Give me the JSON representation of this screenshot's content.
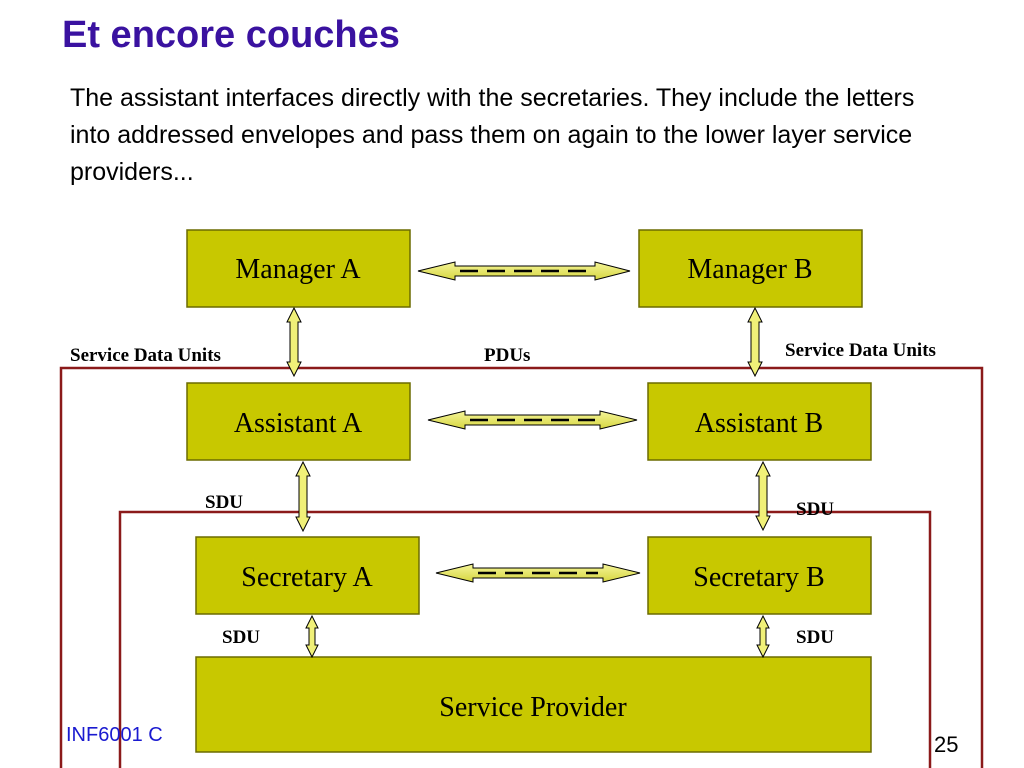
{
  "slide": {
    "title": "Et encore couches",
    "paragraph": "The assistant interfaces directly with the secretaries. They include the letters into addressed envelopes and pass them on again to the lower layer service providers...",
    "footer_text": "INF6001  C",
    "page_number": "25"
  },
  "diagram": {
    "nodes": {
      "manager_a": "Manager A",
      "manager_b": "Manager B",
      "assistant_a": "Assistant A",
      "assistant_b": "Assistant B",
      "secretary_a": "Secretary A",
      "secretary_b": "Secretary B",
      "service_provider": "Service Provider"
    },
    "labels": {
      "sdu_units_left": "Service Data Units",
      "sdu_units_right": "Service Data Units",
      "pdus": "PDUs",
      "sdu_1": "SDU",
      "sdu_2": "SDU",
      "sdu_3": "SDU",
      "sdu_4": "SDU"
    },
    "colors": {
      "box_fill": "#c8c800",
      "box_stroke": "#6b6b00",
      "frame_stroke": "#8b1a1a",
      "arrow_fill": "#f0f078",
      "title_color": "#3a12a0",
      "footer_color": "#1a1ad0"
    }
  }
}
